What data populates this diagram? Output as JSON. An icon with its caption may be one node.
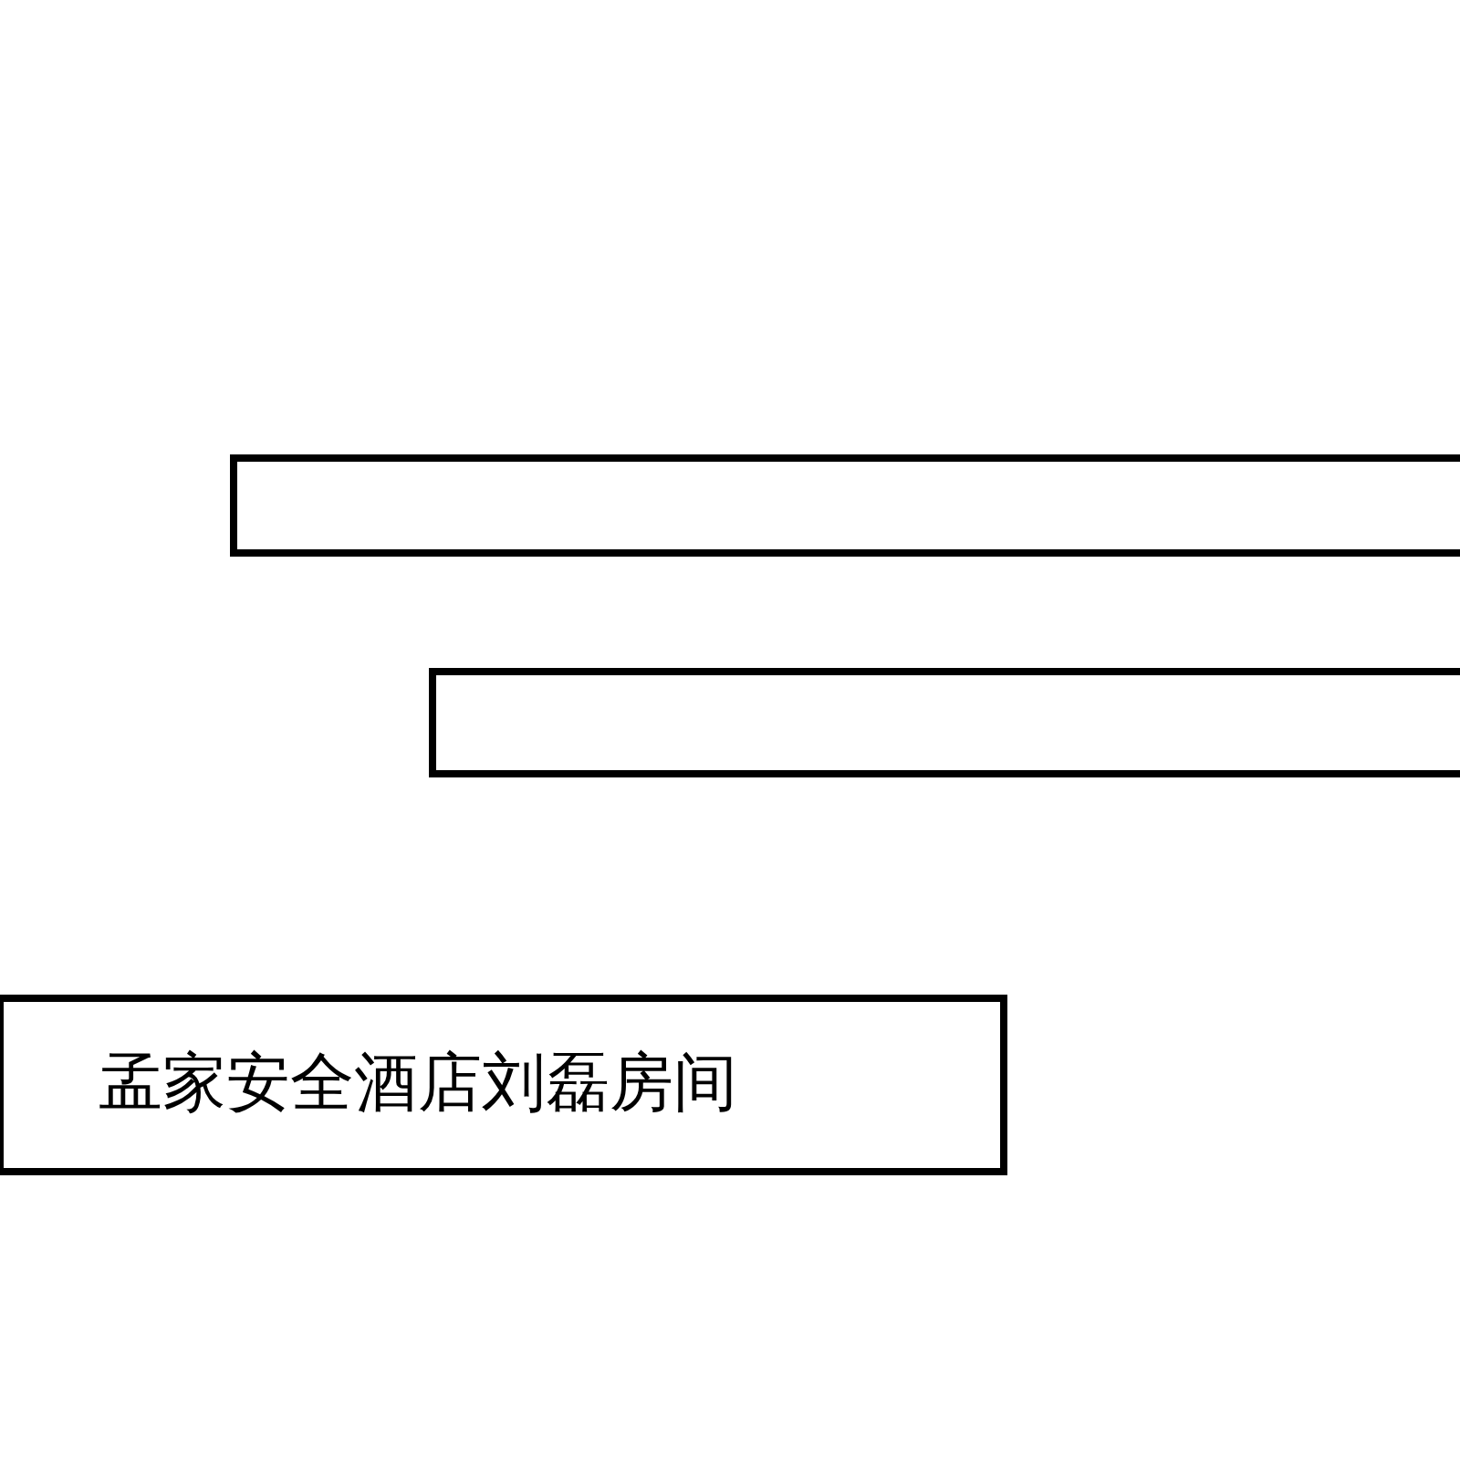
{
  "diagram": {
    "nodes": [
      {
        "text": [],
        "shape": "box"
      },
      {
        "text": [],
        "shape": "box"
      },
      {
        "text": [
          "孟家安全酒店刘磊房间"
        ]
      }
    ]
  }
}
